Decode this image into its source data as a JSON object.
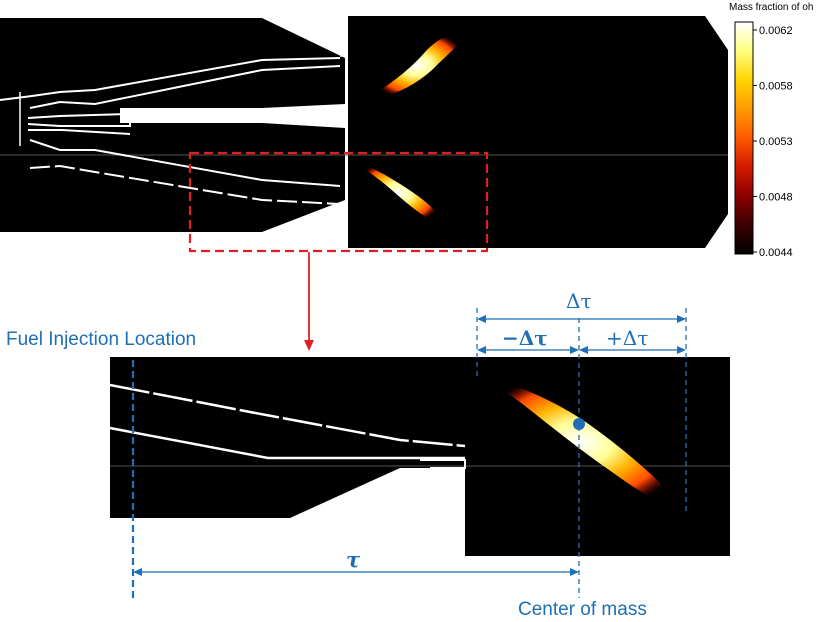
{
  "colorbar": {
    "title": "Mass fraction of oh",
    "ticks": [
      "0.0062",
      "0.0058",
      "0.0053",
      "0.0048",
      "0.0044"
    ],
    "colors": [
      "#000000",
      "#3a0000",
      "#8a0000",
      "#d21a00",
      "#ff5a00",
      "#ff9a00",
      "#ffd400",
      "#ffff80",
      "#ffffff"
    ]
  },
  "labels": {
    "fuel_injection": "Fuel Injection Location",
    "center_of_mass": "Center of mass",
    "tau": "τ",
    "delta_tau": "Δτ",
    "minus_delta_tau": "−Δτ",
    "plus_delta_tau": "+Δτ"
  },
  "colors": {
    "annotation": "#1f6fb5",
    "highlight_box": "#e02020",
    "background": "#000000"
  }
}
